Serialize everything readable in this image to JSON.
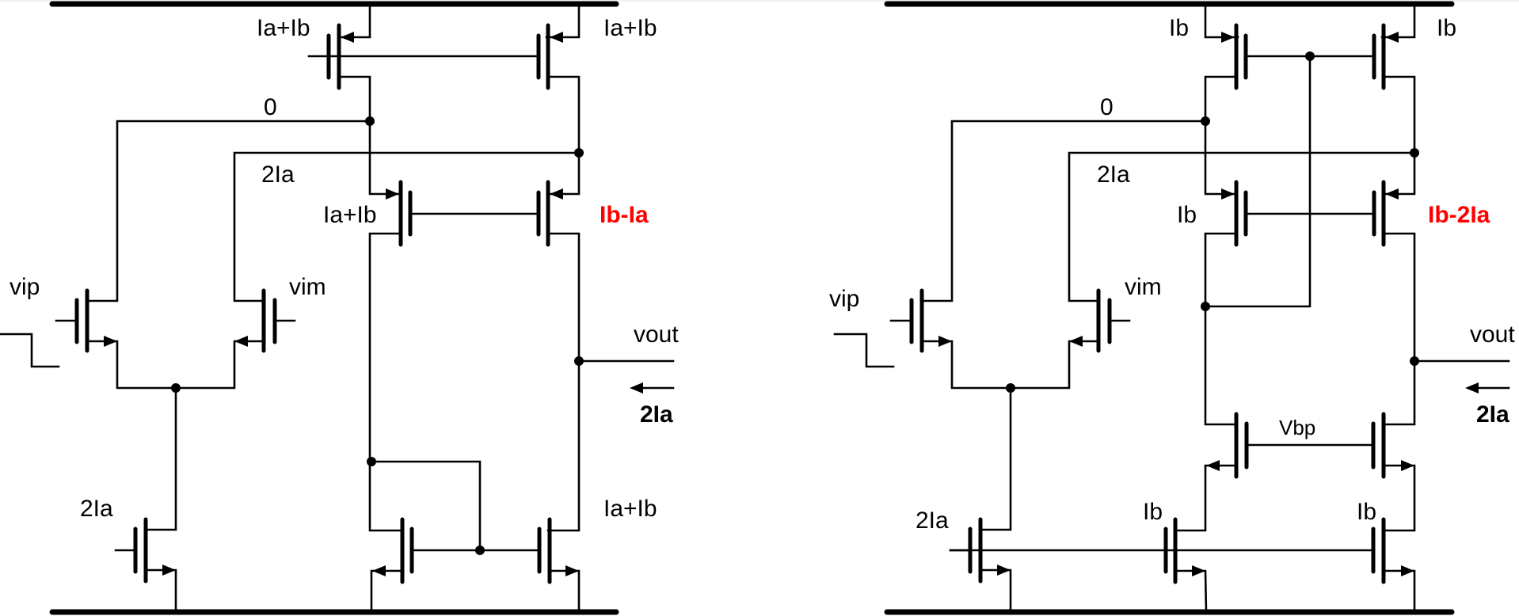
{
  "figure": {
    "description": "Two folded-cascode OTA schematics with annotated branch currents",
    "colors": {
      "wire": "#000000",
      "highlight": "#ff0000",
      "background": "#ffffff"
    }
  },
  "left_circuit": {
    "labels": {
      "top_left_pmos_current": "Ia+Ib",
      "top_right_pmos_current": "Ia+Ib",
      "node_zero": "0",
      "node_2ia": "2Ia",
      "cascode_left_current": "Ia+Ib",
      "cascode_right_current": "Ib-Ia",
      "vip": "vip",
      "vim": "vim",
      "vout": "vout",
      "output_current": "2Ia",
      "tail_current": "2Ia",
      "mirror_right_current": "Ia+Ib"
    }
  },
  "right_circuit": {
    "labels": {
      "top_left_pmos_current": "Ib",
      "top_right_pmos_current": "Ib",
      "node_zero": "0",
      "node_2ia": "2Ia",
      "cascode_left_current": "Ib",
      "cascode_right_current": "Ib-2Ia",
      "vip": "vip",
      "vim": "vim",
      "vout": "vout",
      "output_current": "2Ia",
      "vbp": "Vbp",
      "tail_current": "2Ia",
      "bottom_left_current": "Ib",
      "bottom_right_current": "Ib"
    }
  }
}
